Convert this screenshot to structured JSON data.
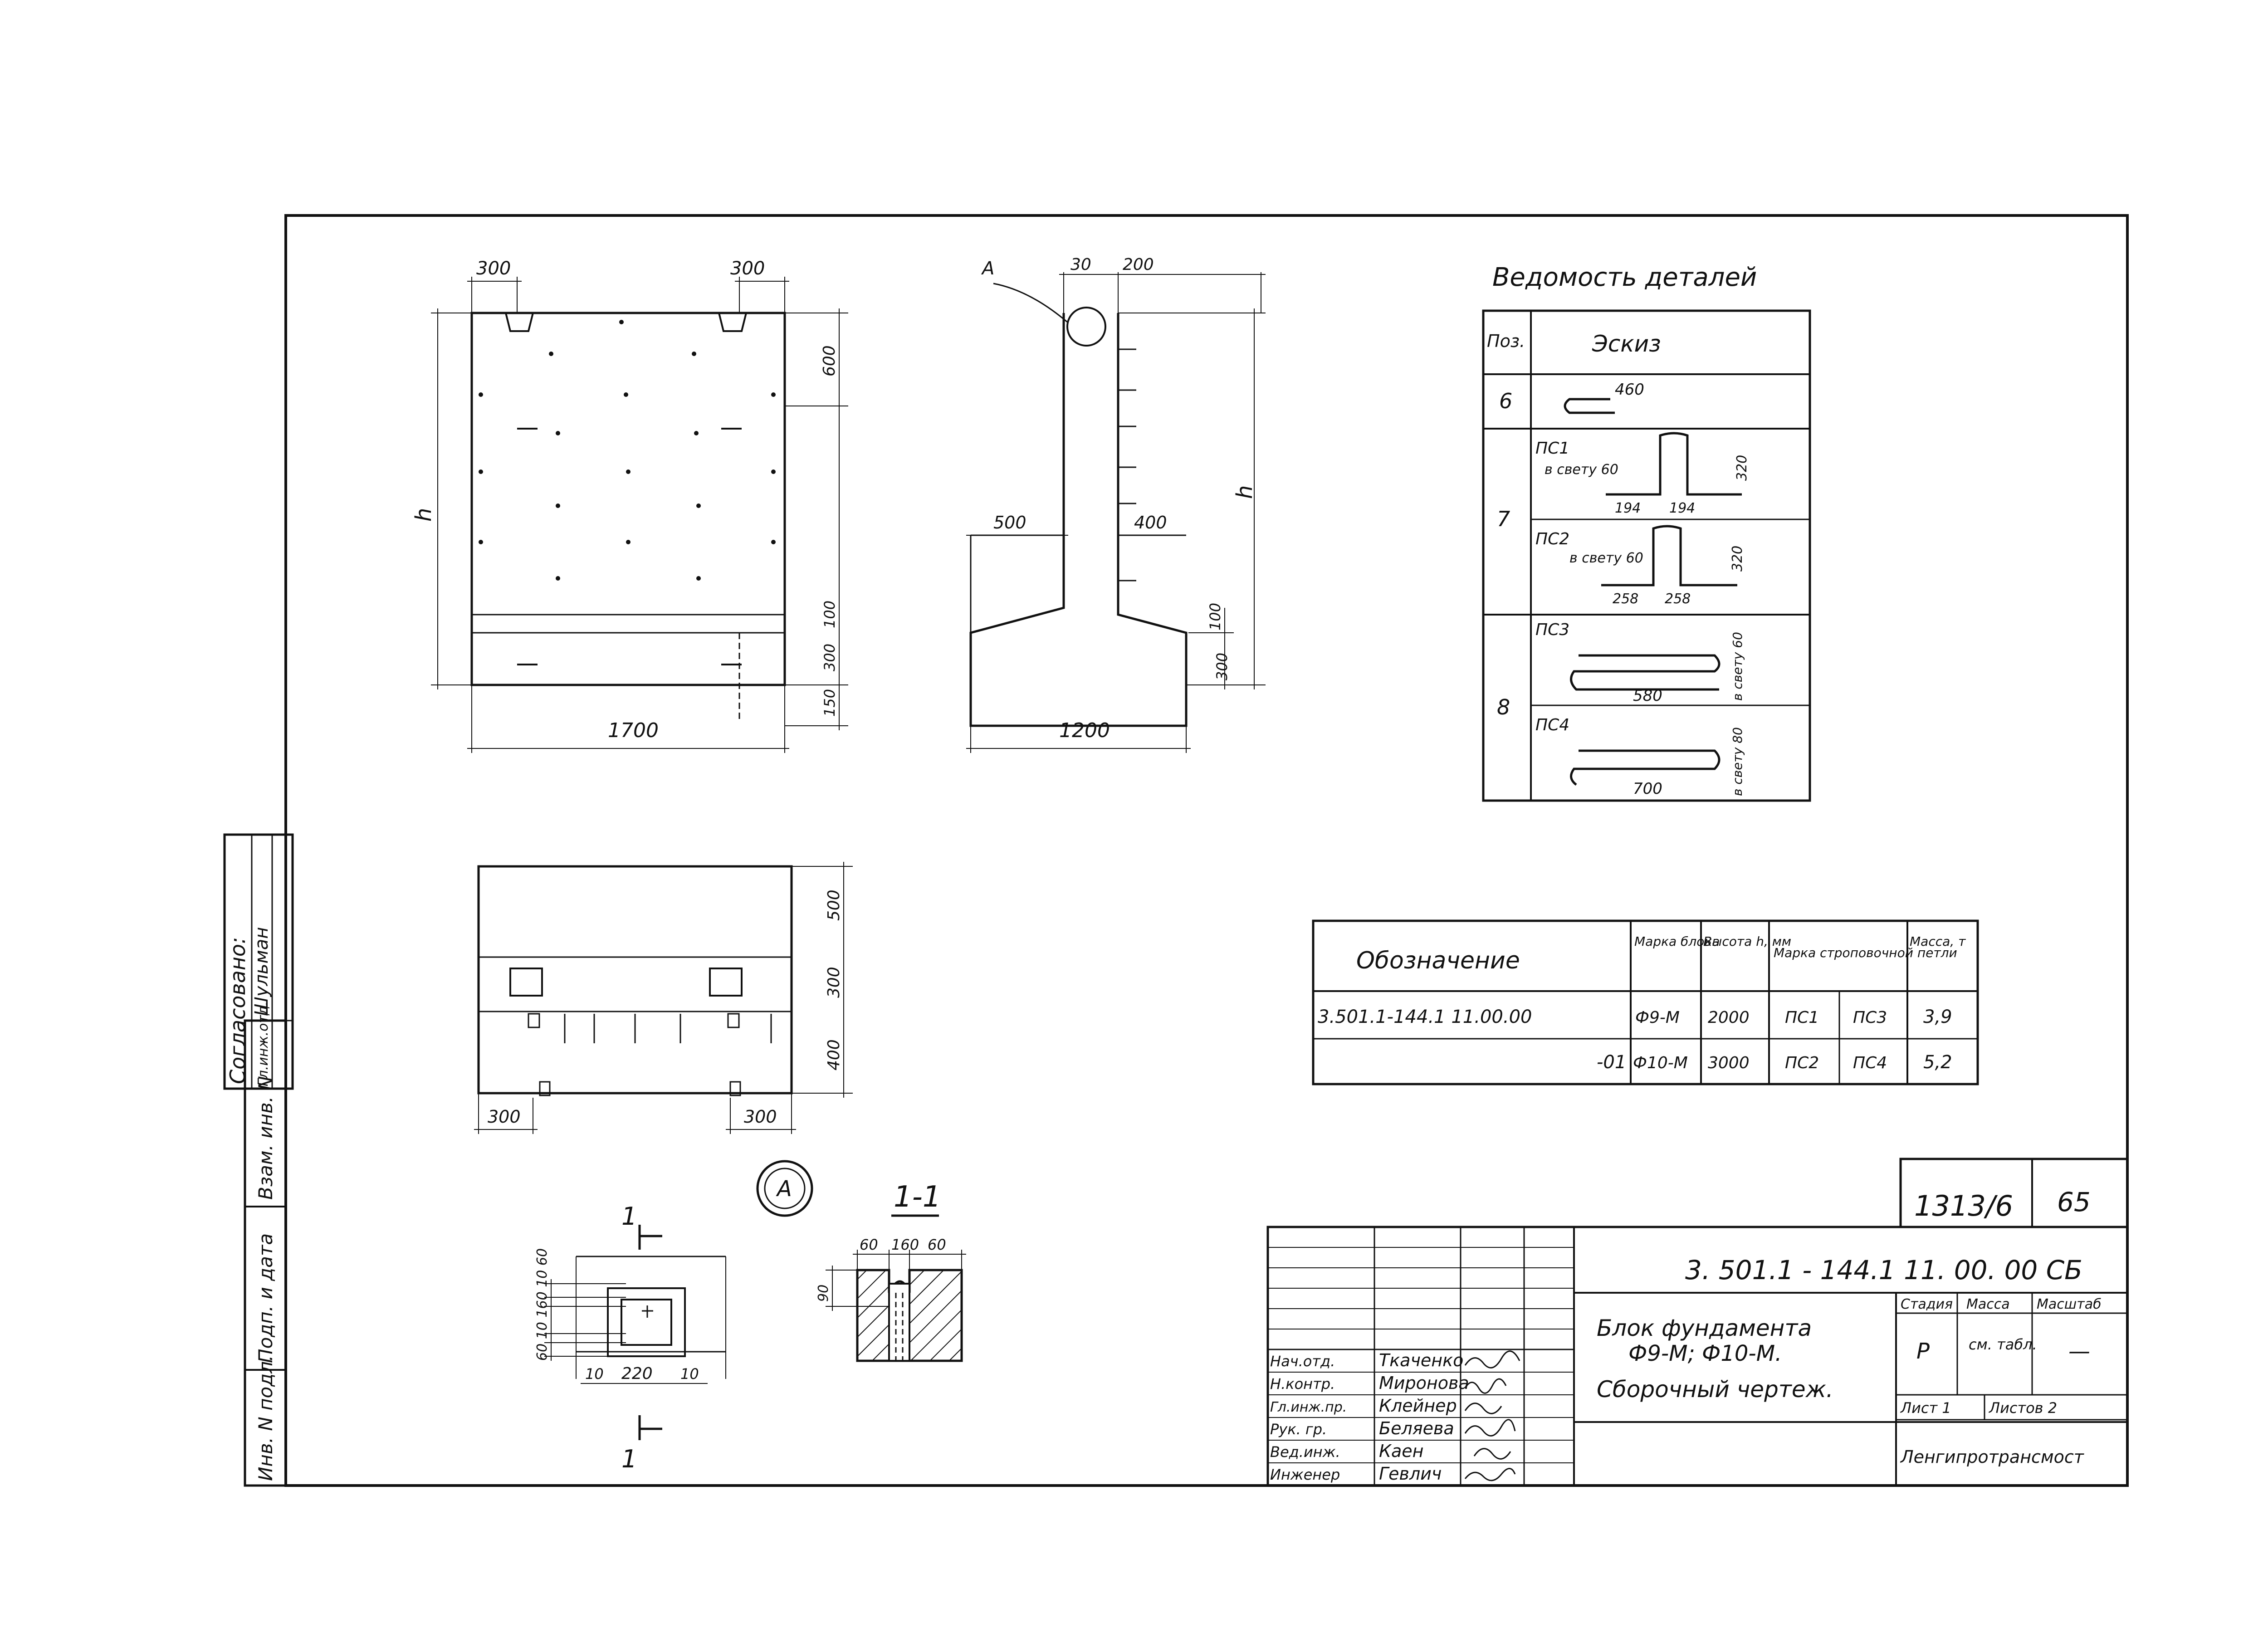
{
  "front_view": {
    "dim_top_left": "300",
    "dim_top_right": "300",
    "dim_right_600": "600",
    "dim_right_100": "100",
    "dim_right_300": "300",
    "dim_right_150": "150",
    "dim_bottom": "1700",
    "height_label": "h"
  },
  "side_view": {
    "callout": "А",
    "dim_top_30": "30",
    "dim_top_200": "200",
    "dim_left_500": "500",
    "dim_400": "400",
    "dim_100": "100",
    "dim_300": "300",
    "dim_bottom": "1200",
    "height_label": "h"
  },
  "top_view": {
    "dim_500": "500",
    "dim_300": "300",
    "dim_400": "400",
    "dim_bottom_left": "300",
    "dim_bottom_right": "300"
  },
  "detail_a": {
    "marker": "А",
    "section_mark": "1",
    "dims_vertical": "60 10 160 10 60",
    "dim_10_left": "10",
    "dim_220": "220",
    "dim_10_right": "10"
  },
  "section_1_1": {
    "title": "1-1",
    "dim_60_left": "60",
    "dim_160": "160",
    "dim_60_right": "60",
    "dim_90": "90"
  },
  "parts_list": {
    "title": "Ведомость деталей",
    "col_pos": "Поз.",
    "col_sketch": "Эскиз",
    "row6": {
      "pos": "6",
      "dim": "460"
    },
    "row7": {
      "pos": "7",
      "pc1": {
        "name": "ПС1",
        "note": "в свету 60",
        "dim_a": "194",
        "dim_b": "194",
        "dim_h": "320"
      },
      "pc2": {
        "name": "ПС2",
        "note": "в свету 60",
        "dim_a": "258",
        "dim_b": "258",
        "dim_h": "320"
      }
    },
    "row8": {
      "pos": "8",
      "pc3": {
        "name": "ПС3",
        "dim_len": "580",
        "note": "в свету 60"
      },
      "pc4": {
        "name": "ПС4",
        "dim_len": "700",
        "note": "в свету 80"
      }
    }
  },
  "marks_table": {
    "headers": {
      "designation": "Обозначение",
      "block_mark": "Марка блока",
      "height": "Высота h, мм",
      "loop_mark": "Марка строповочной петли",
      "mass": "Масса, т"
    },
    "rows": [
      {
        "designation": "3.501.1-144.1  11.00.00",
        "block": "Ф9-М",
        "height": "2000",
        "loop1": "ПС1",
        "loop2": "ПС3",
        "mass": "3,9"
      },
      {
        "designation": "-01",
        "block": "Ф10-М",
        "height": "3000",
        "loop1": "ПС2",
        "loop2": "ПС4",
        "mass": "5,2"
      }
    ]
  },
  "title_block": {
    "stamp_number": "1313/6",
    "stamp_page": "65",
    "document_code": "3. 501.1 - 144.1   11. 00. 00 СБ",
    "name_line1": "Блок фундамента",
    "name_line2": "Ф9-М; Ф10-М.",
    "name_line3": "Сборочный чертеж.",
    "col_stage": "Стадия",
    "col_mass": "Масса",
    "col_scale": "Масштаб",
    "stage": "Р",
    "mass": "см. табл.",
    "scale": "—",
    "sheet": "Лист 1",
    "sheets": "Листов 2",
    "organization": "Ленгипротрансмост",
    "people": [
      {
        "role": "Нач.отд.",
        "name": "Ткаченко"
      },
      {
        "role": "Н.контр.",
        "name": "Миронова"
      },
      {
        "role": "Гл.инж.пр.",
        "name": "Клейнер"
      },
      {
        "role": "Рук. гр.",
        "name": "Беляева"
      },
      {
        "role": "Вед.инж.",
        "name": "Каен"
      },
      {
        "role": "Инженер",
        "name": "Гевлич"
      }
    ]
  },
  "approval": {
    "title": "Согласовано:",
    "role": "Гл.инж.отд.",
    "name": "Шульман"
  },
  "left_margin": {
    "inv_no": "Инв. N подл.",
    "sign_date": "Подп. и дата",
    "replace_inv": "Взам. инв. N"
  }
}
